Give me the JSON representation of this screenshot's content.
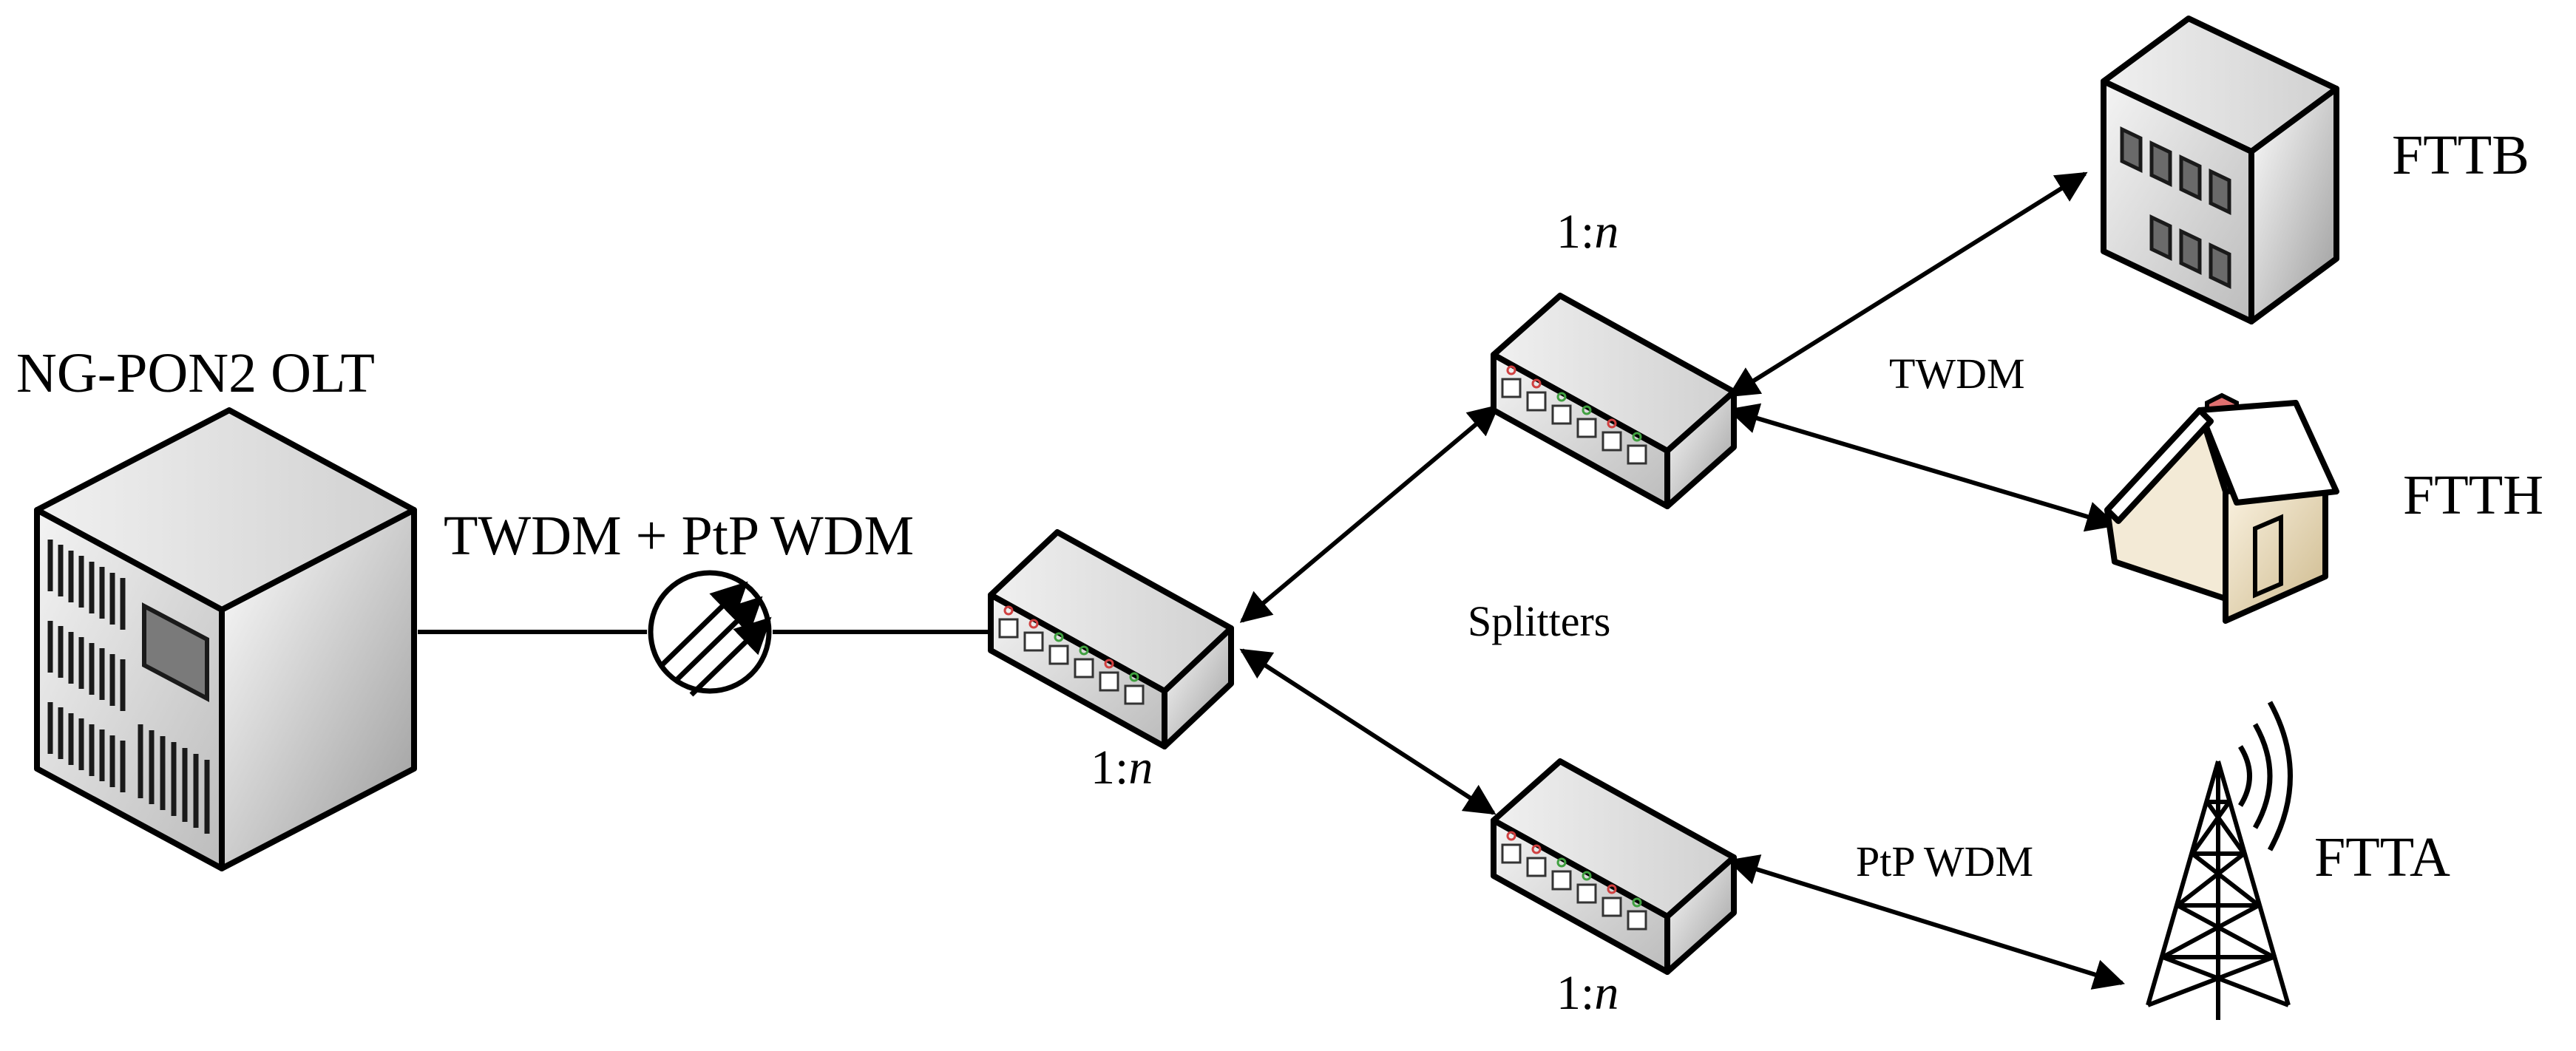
{
  "labels": {
    "olt": "NG-PON2 OLT",
    "mux": "TWDM + PtP WDM",
    "splitters": "Splitters",
    "twdm": "TWDM",
    "ptp_wdm": "PtP WDM",
    "fttb": "FTTB",
    "ftth": "FTTH",
    "ftta": "FTTA",
    "ratio_prefix": "1:",
    "ratio_var": "n"
  },
  "colors": {
    "device_face": "#d8d8d8",
    "house_wall": "#e9dcbf",
    "chimney": "#e07070",
    "port_red": "#d04040",
    "port_green": "#40a040"
  },
  "icons": [
    "server-icon",
    "wdm-mux-icon",
    "splitter-icon",
    "building-icon",
    "house-icon",
    "antenna-tower-icon"
  ]
}
